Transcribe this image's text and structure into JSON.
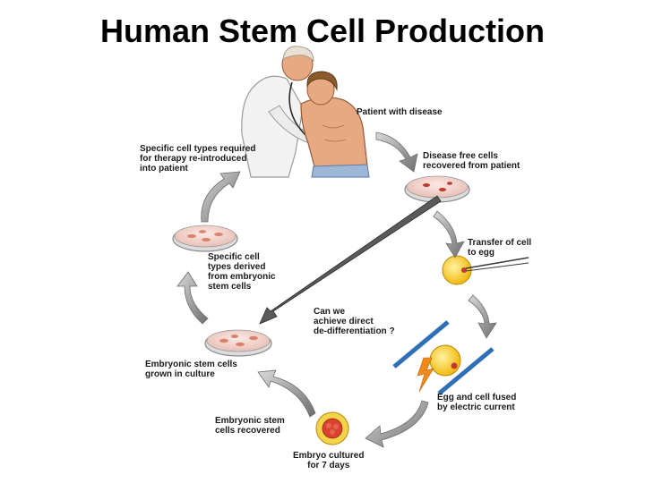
{
  "slide": {
    "title": "Human Stem Cell Production"
  },
  "diagram": {
    "steps": [
      {
        "id": "patient",
        "label": "Patient with disease"
      },
      {
        "id": "recovered",
        "label": "Disease free cells\nrecovered from patient"
      },
      {
        "id": "transfer",
        "label": "Transfer of cell\nto egg"
      },
      {
        "id": "fused",
        "label": "Egg and cell fused\nby electric current"
      },
      {
        "id": "cultured",
        "label": "Embryo cultured\nfor 7 days"
      },
      {
        "id": "es-recovered",
        "label": "Embryonic stem\ncells recovered"
      },
      {
        "id": "es-culture",
        "label": "Embryonic stem cells\ngrown in culture"
      },
      {
        "id": "derived",
        "label": "Specific cell\ntypes derived\nfrom embryonic\nstem cells"
      },
      {
        "id": "reintroduced",
        "label": "Specific cell types required\nfor therapy re-introduced\ninto patient"
      },
      {
        "id": "question",
        "label": "Can we\nachieve direct\nde-differentiation ?"
      }
    ],
    "colors": {
      "dish_fill": "#f3d9d2",
      "dish_rim": "#8a8a8a",
      "cell_red": "#c0392b",
      "egg_yellow": "#f5c518",
      "electrode_blue": "#2f6fb5",
      "lightning": "#f08a1c",
      "arrow_gray": "#7a7a7a",
      "coat_white": "#f2f2f2",
      "skin": "#e7a981",
      "hair": "#8b5a2b"
    }
  }
}
